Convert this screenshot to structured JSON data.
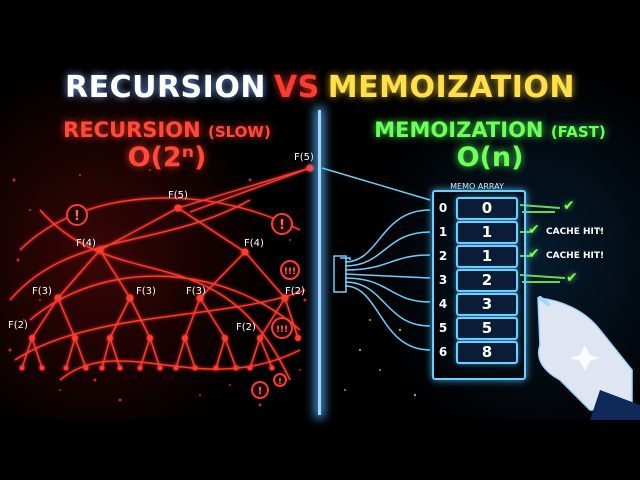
{
  "title": {
    "part1": "RECURSION",
    "part2": "VS",
    "part3": "MEMOIZATION"
  },
  "left": {
    "heading": "RECURSION",
    "heading_small": "(SLOW)",
    "complexity": "O(2ⁿ)"
  },
  "right": {
    "heading": "MEMOIZATION",
    "heading_small": "(FAST)",
    "complexity": "O(n)"
  },
  "tree": {
    "root": "F(5)",
    "level1": "F(5)",
    "level2": [
      "F(4)",
      "F(4)"
    ],
    "level3": [
      "F(3)",
      "F(3)",
      "F(3)",
      "F(2)"
    ],
    "level4": [
      "F(2)",
      "F(2)"
    ],
    "warnings": [
      "!",
      "!",
      "!!!",
      "!!!",
      "!",
      "!"
    ]
  },
  "memo": {
    "title": "MEMO ARRAY",
    "indices": [
      "0",
      "1",
      "2",
      "3",
      "4",
      "5",
      "6"
    ],
    "values": [
      "0",
      "1",
      "1",
      "2",
      "3",
      "5",
      "8"
    ],
    "hit_labels": [
      "CACHE HIT!",
      "CACHE HIT!"
    ]
  },
  "colors": {
    "recursion": "#ff4a3a",
    "memo": "#6dff5a",
    "divider": "#9fd8ff",
    "title_vs": "#ff3b30",
    "title_memo": "#ffe04a"
  }
}
